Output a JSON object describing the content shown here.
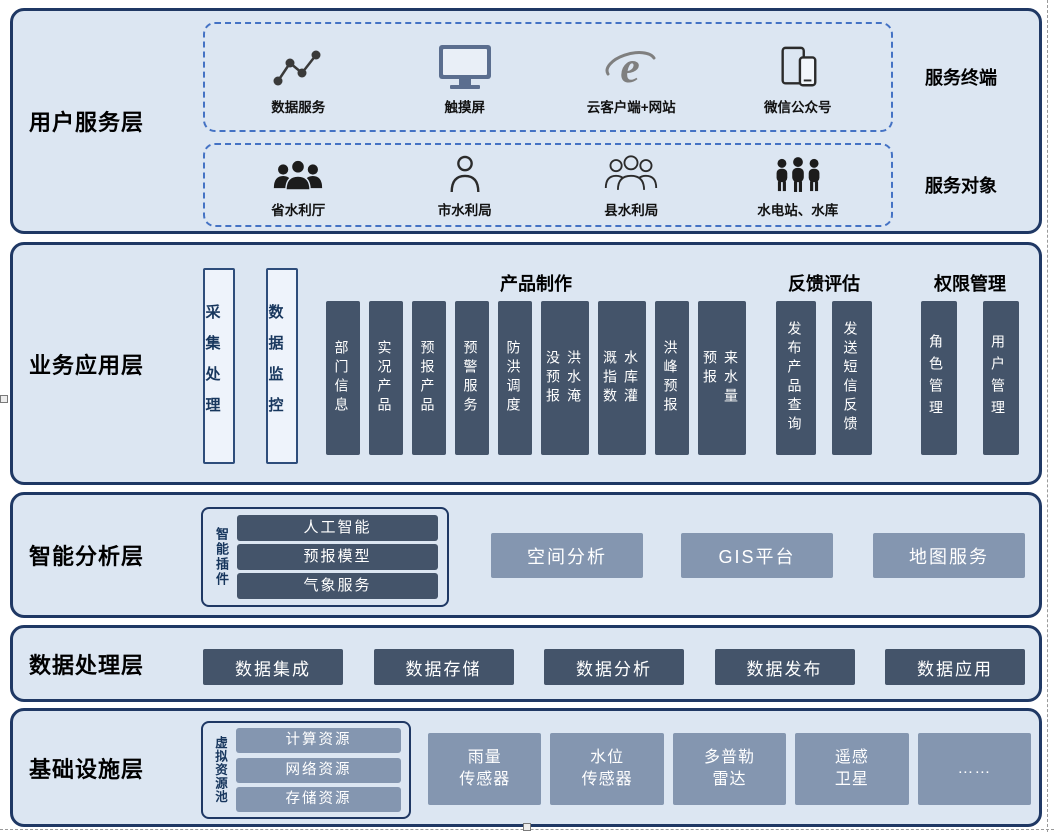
{
  "layers": {
    "user_service": {
      "title": "用户服务层",
      "terminals": {
        "label": "服务终端",
        "items": [
          "数据服务",
          "触摸屏",
          "云客户端+网站",
          "微信公众号"
        ]
      },
      "targets": {
        "label": "服务对象",
        "items": [
          "省水利厅",
          "市水利局",
          "县水利局",
          "水电站、水库"
        ]
      }
    },
    "business": {
      "title": "业务应用层",
      "collection": "采集处理",
      "monitoring": "数据监控",
      "product": {
        "title": "产品制作",
        "items": [
          "部门信息",
          "实况产品",
          "预报产品",
          "预警服务",
          "防洪调度",
          "洪水淹\n没预报",
          "水库灌\n溉指数",
          "洪峰预报",
          "来水量\n预报"
        ]
      },
      "feedback": {
        "title": "反馈评估",
        "items": [
          "发布产品查询",
          "发送短信反馈"
        ]
      },
      "permission": {
        "title": "权限管理",
        "items": [
          "角色管理",
          "用户管理"
        ]
      }
    },
    "analysis": {
      "title": "智能分析层",
      "plugin_label": "智能插件",
      "plugin_items": [
        "人工智能",
        "预报模型",
        "气象服务"
      ],
      "boxes": [
        "空间分析",
        "GIS平台",
        "地图服务"
      ]
    },
    "processing": {
      "title": "数据处理层",
      "boxes": [
        "数据集成",
        "数据存储",
        "数据分析",
        "数据发布",
        "数据应用"
      ]
    },
    "infrastructure": {
      "title": "基础设施层",
      "pool_label": "虚拟资源池",
      "pool_items": [
        "计算资源",
        "网络资源",
        "存储资源"
      ],
      "boxes": [
        "雨量\n传感器",
        "水位\n传感器",
        "多普勒\n雷达",
        "遥感\n卫星",
        "……"
      ]
    }
  },
  "icons": {
    "terminals": [
      "data-chart-icon",
      "touchscreen-monitor-icon",
      "ie-browser-icon",
      "mobile-devices-icon"
    ],
    "targets": [
      "people-group-filled-icon",
      "person-outline-icon",
      "people-group-outline-icon",
      "people-standing-filled-icon"
    ]
  },
  "colors": {
    "layer_bg": "#dce6f2",
    "layer_border": "#1f3864",
    "dark_box": "#44546a",
    "medium_box": "#8496b0",
    "dashed_border": "#4472c4"
  }
}
